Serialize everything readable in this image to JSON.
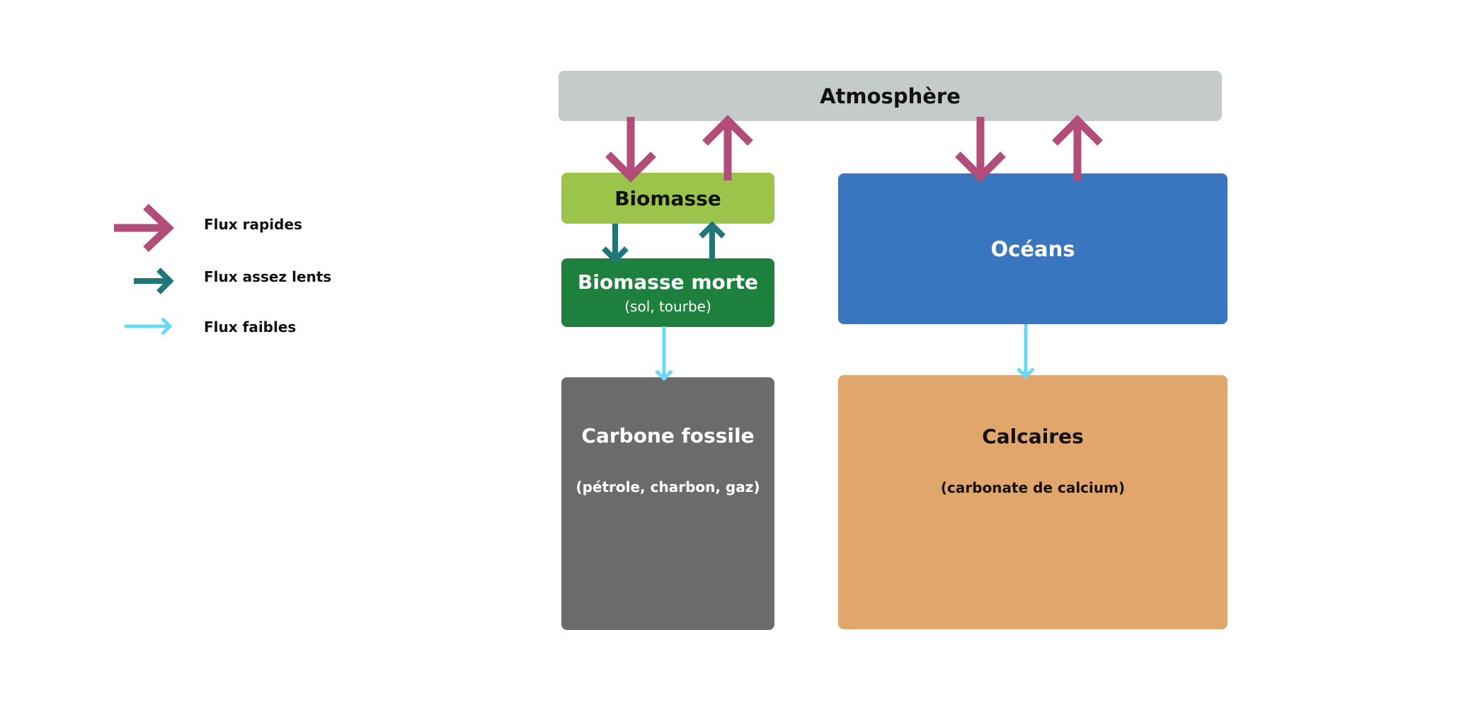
{
  "title": "Cycle du carbone - réservoirs et flux",
  "colors": {
    "flux_rapides": "#b24c78",
    "flux_assez_lents": "#1f7778",
    "flux_faibles": "#6ad9f9",
    "atmosphere": "#c5cbcb",
    "biomasse": "#9bc54a",
    "biomasse_morte": "#1d803c",
    "carbone_fossile": "#6a6b6a",
    "oceans": "#3a76c0",
    "calcaires": "#e1a66b"
  },
  "legend": {
    "items": [
      {
        "label": "Flux rapides",
        "type": "flux_rapides"
      },
      {
        "label": "Flux assez lents",
        "type": "flux_assez_lents"
      },
      {
        "label": "Flux faibles",
        "type": "flux_faibles"
      }
    ]
  },
  "reservoirs": {
    "atmosphere": {
      "title": "Atmosphère"
    },
    "biomasse": {
      "title": "Biomasse"
    },
    "biomasse_morte": {
      "title": "Biomasse morte",
      "subtitle": "(sol, tourbe)"
    },
    "carbone_fossile": {
      "title": "Carbone fossile",
      "subtitle": "(pétrole, charbon, gaz)"
    },
    "oceans": {
      "title": "Océans"
    },
    "calcaires": {
      "title": "Calcaires",
      "subtitle": "(carbonate de calcium)"
    }
  },
  "flows": [
    {
      "from": "Atmosphère",
      "to": "Biomasse",
      "type": "flux_rapides"
    },
    {
      "from": "Biomasse",
      "to": "Atmosphère",
      "type": "flux_rapides"
    },
    {
      "from": "Atmosphère",
      "to": "Océans",
      "type": "flux_rapides"
    },
    {
      "from": "Océans",
      "to": "Atmosphère",
      "type": "flux_rapides"
    },
    {
      "from": "Biomasse",
      "to": "Biomasse morte",
      "type": "flux_assez_lents"
    },
    {
      "from": "Biomasse morte",
      "to": "Biomasse",
      "type": "flux_assez_lents"
    },
    {
      "from": "Biomasse morte",
      "to": "Carbone fossile",
      "type": "flux_faibles"
    },
    {
      "from": "Océans",
      "to": "Calcaires",
      "type": "flux_faibles"
    }
  ]
}
